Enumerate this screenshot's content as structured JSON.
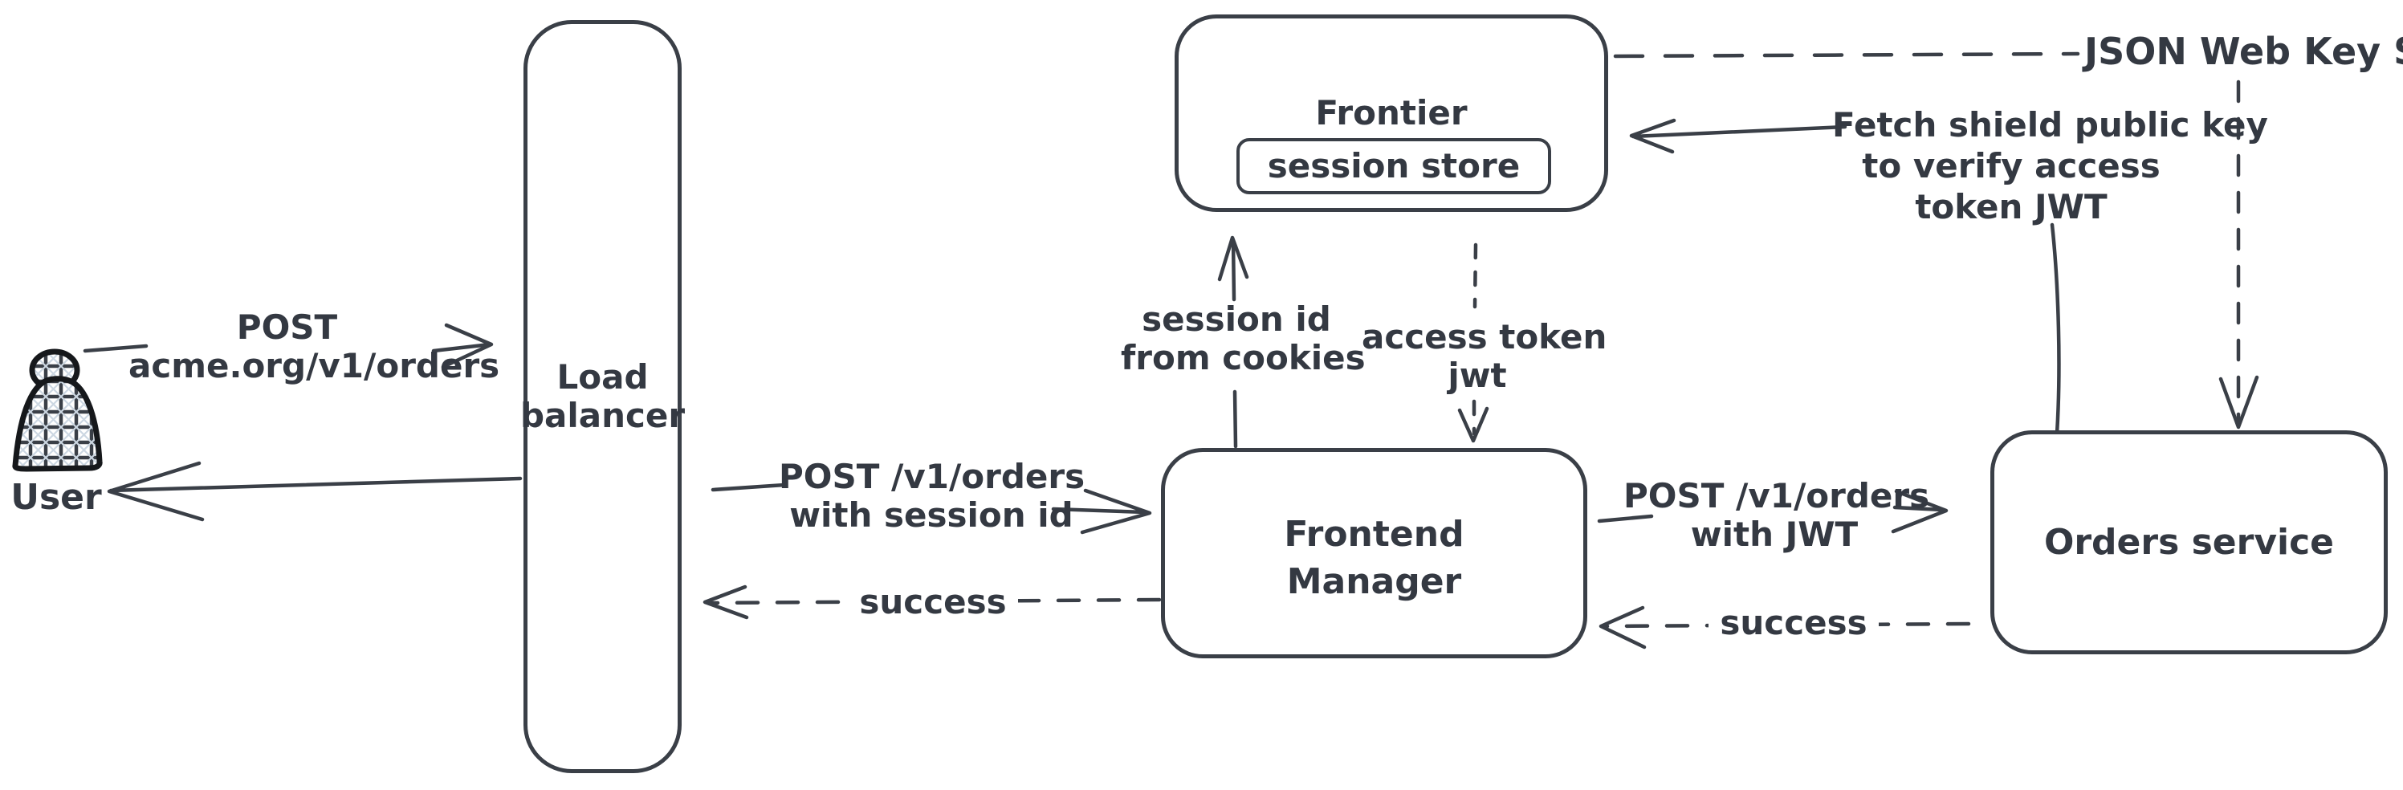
{
  "colors": {
    "background": "#ffffff",
    "stroke": "#3a3f47",
    "text": "#343942",
    "actor_stroke": "#16181b",
    "actor_hatch_fill": "#ccd7e2"
  },
  "actor": {
    "label": "User"
  },
  "nodes": {
    "load_balancer": {
      "lines": [
        "Load",
        "balancer"
      ]
    },
    "frontier": {
      "label": "Frontier",
      "store_label": "session store"
    },
    "frontend_manager": {
      "lines": [
        "Frontend",
        "Manager"
      ]
    },
    "orders_service": {
      "label": "Orders service"
    }
  },
  "edges": {
    "user_to_lb": {
      "style": "solid",
      "lines": [
        "POST",
        "acme.org/v1/orders"
      ]
    },
    "lb_to_user": {
      "style": "solid"
    },
    "lb_to_fm": {
      "style": "solid",
      "lines": [
        "POST /v1/orders",
        "with session id"
      ]
    },
    "fm_to_lb": {
      "style": "dashed",
      "label": "success"
    },
    "fm_to_frontier": {
      "style": "solid",
      "lines": [
        "session id",
        "from cookies"
      ]
    },
    "frontier_to_fm": {
      "style": "dashed",
      "lines": [
        "access token",
        "jwt"
      ]
    },
    "fm_to_orders": {
      "style": "solid",
      "lines": [
        "POST /v1/orders",
        "with JWT"
      ]
    },
    "orders_to_fm": {
      "style": "dashed",
      "label": "success"
    },
    "orders_to_frontier": {
      "style": "solid",
      "lines": [
        "Fetch shield public key",
        "to verify access",
        "token JWT"
      ]
    },
    "jwks_to_orders": {
      "style": "dashed",
      "label": "JSON Web Key Set"
    }
  }
}
